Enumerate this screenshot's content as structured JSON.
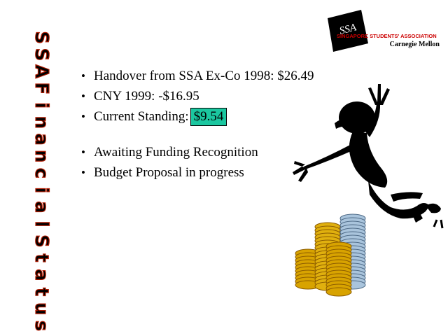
{
  "side_title": {
    "words": [
      "SSA",
      "Financial",
      "Status"
    ]
  },
  "logo": {
    "mark": "SSA",
    "org_name": "SINGAPORE STUDENTS' ASSOCIATION",
    "university": "Carnegie Mellon",
    "colors": {
      "mark_bg": "#000000",
      "org_text": "#cc0000"
    }
  },
  "bullets": [
    {
      "text": "Handover from SSA Ex-Co 1998: $26.49"
    },
    {
      "text": "CNY 1999: -$16.95"
    },
    {
      "text": "Current Standing:",
      "highlight": "$9.54"
    },
    {
      "text": "Awaiting Funding Recognition"
    },
    {
      "text": "Budget Proposal in progress"
    }
  ],
  "colors": {
    "side_title_fill": "#000000",
    "side_title_stroke": "#b01a00",
    "highlight_bg": "#1bc7a0"
  },
  "decorations": [
    "dancing-figure-clipart",
    "coin-stacks-clipart"
  ]
}
